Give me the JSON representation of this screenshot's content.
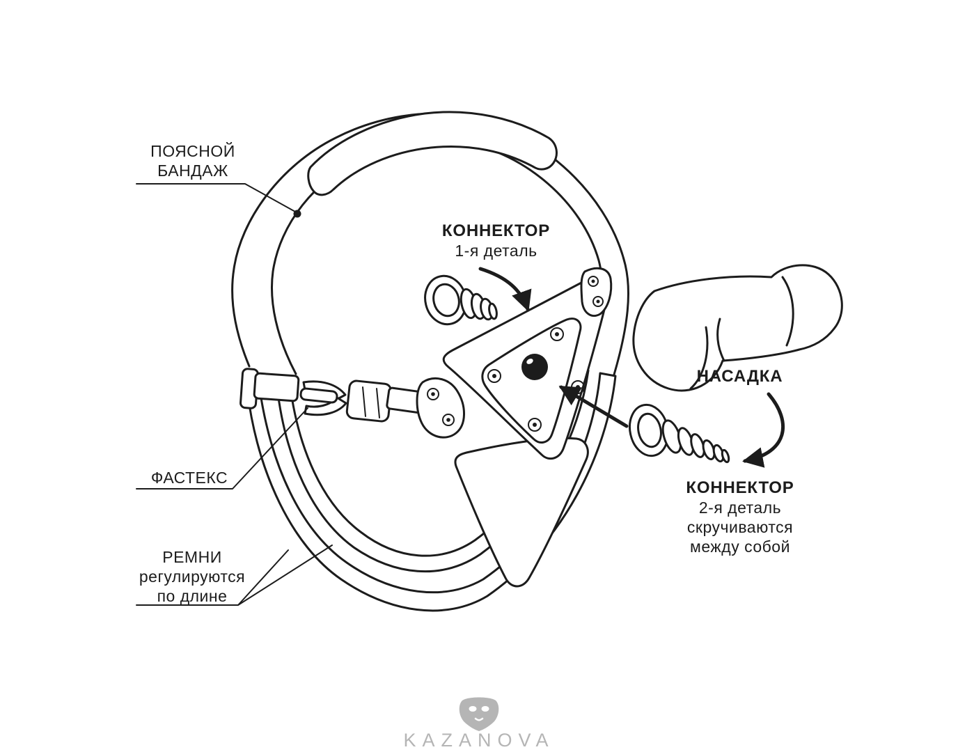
{
  "colors": {
    "ink": "#1c1c1c",
    "background": "#ffffff",
    "watermark": "#b5b5b5"
  },
  "diagram": {
    "labels": {
      "waist_band": {
        "line1": "ПОЯСНОЙ",
        "line2": "БАНДАЖ"
      },
      "connector_1": {
        "title": "КОННЕКТОР",
        "subtitle": "1-я деталь"
      },
      "attachment": {
        "title": "НАСАДКА"
      },
      "fastex": {
        "title": "ФАСТЕКС"
      },
      "straps": {
        "line1": "РЕМНИ",
        "line2": "регулируются",
        "line3": "по длине"
      },
      "connector_2": {
        "title": "КОННЕКТОР",
        "line1": "2-я деталь",
        "line2": "скручиваются",
        "line3": "между собой"
      }
    }
  },
  "footer": {
    "brand": "KAZANOVA"
  }
}
